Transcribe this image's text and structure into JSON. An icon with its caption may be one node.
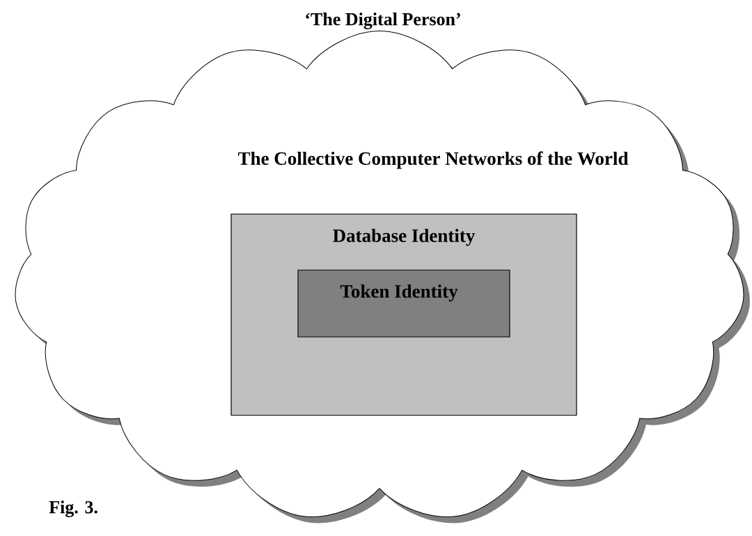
{
  "diagram": {
    "title": "‘The Digital Person’",
    "caption": "Fig. 3.",
    "nodes": [
      {
        "text": [
          "The Collective Computer Networks of the World"
        ]
      },
      {
        "text": [
          "Database Identity"
        ],
        "in": 0
      },
      {
        "text": [
          "Token Identity"
        ],
        "in": 1
      }
    ]
  }
}
